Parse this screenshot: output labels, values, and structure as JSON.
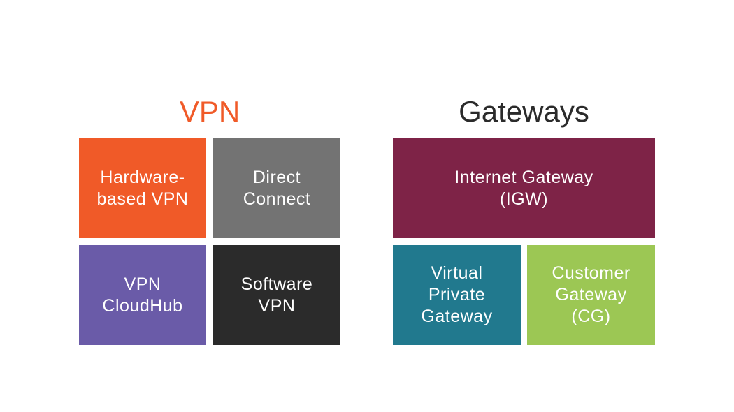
{
  "vpn": {
    "title": "VPN",
    "title_color": "#f05a28",
    "tiles": [
      {
        "label": "Hardware-\nbased VPN",
        "color": "#f05a28"
      },
      {
        "label": "Direct\nConnect",
        "color": "#737373"
      },
      {
        "label": "VPN\nCloudHub",
        "color": "#6a5ba8"
      },
      {
        "label": "Software\nVPN",
        "color": "#2b2b2b"
      }
    ]
  },
  "gateways": {
    "title": "Gateways",
    "title_color": "#2b2b2b",
    "tiles": [
      {
        "label": "Internet Gateway\n(IGW)",
        "color": "#7e2347"
      },
      {
        "label": "Virtual\nPrivate\nGateway",
        "color": "#21798e"
      },
      {
        "label": "Customer\nGateway\n(CG)",
        "color": "#9cc754"
      }
    ]
  }
}
